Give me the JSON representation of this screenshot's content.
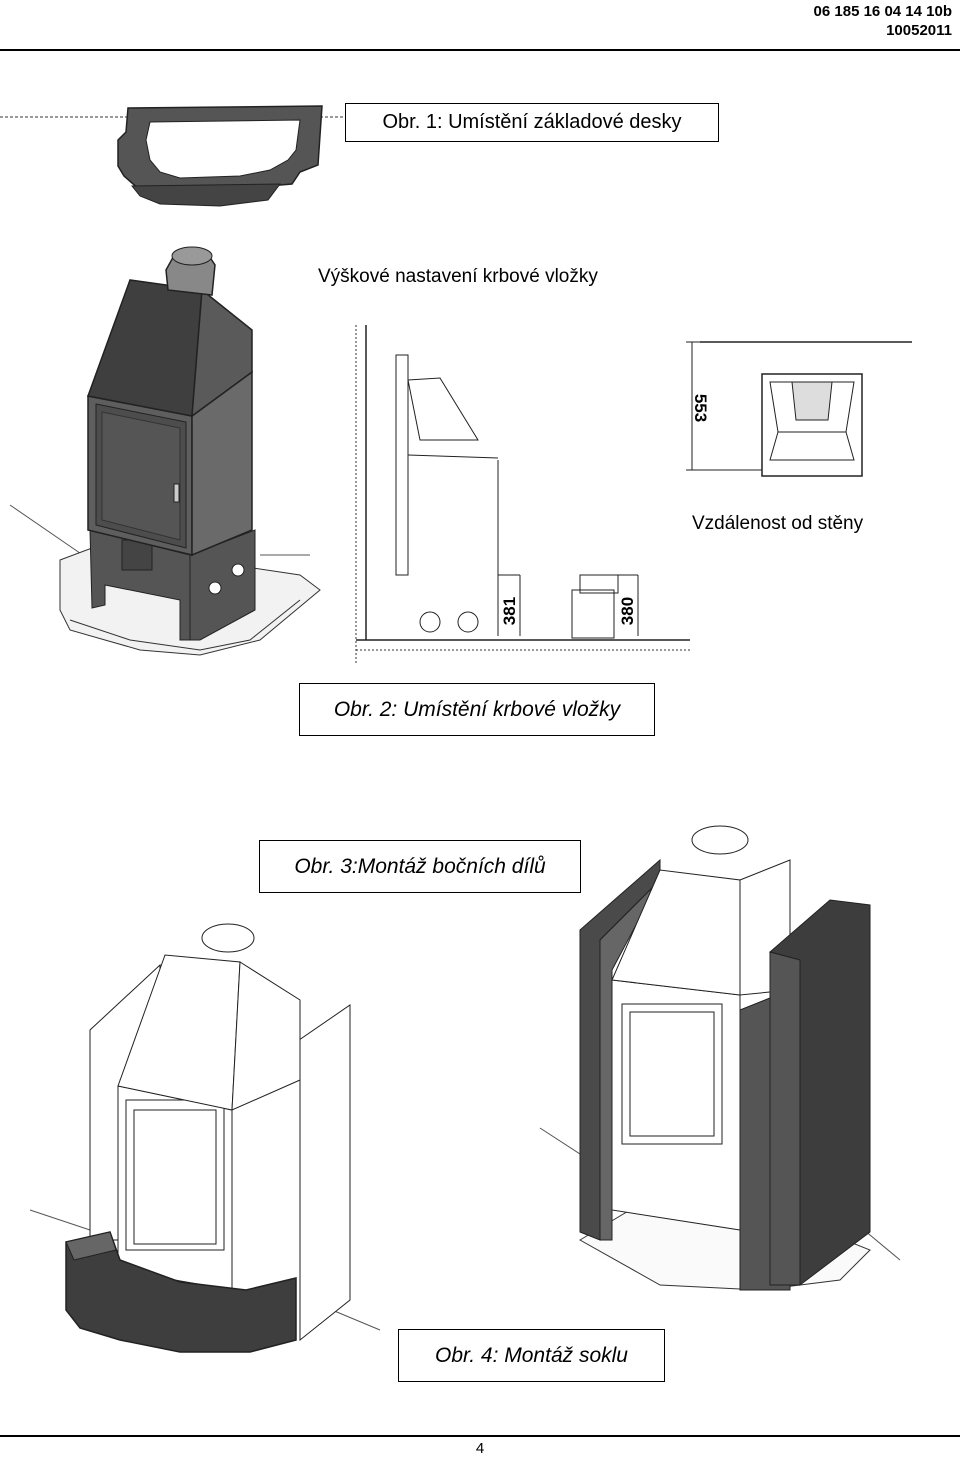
{
  "header": {
    "doc_number": "06 185 16 04 14 10b",
    "doc_date": "10052011"
  },
  "figures": {
    "fig1_caption": "Obr. 1: Umístění základové  desky",
    "fig2_height_label": "Výškové nastavení krbové vložky",
    "fig2_distance_label": "Vzdálenost od stěny",
    "fig2_caption": "Obr. 2: Umístění krbové vložky",
    "fig3_caption": "Obr. 3:Montáž bočních dílů",
    "fig4_caption": "Obr.  4: Montáž soklu"
  },
  "dimensions": {
    "dim_553": "553",
    "dim_381": "381",
    "dim_380": "380"
  },
  "footer": {
    "page_number": "4"
  }
}
